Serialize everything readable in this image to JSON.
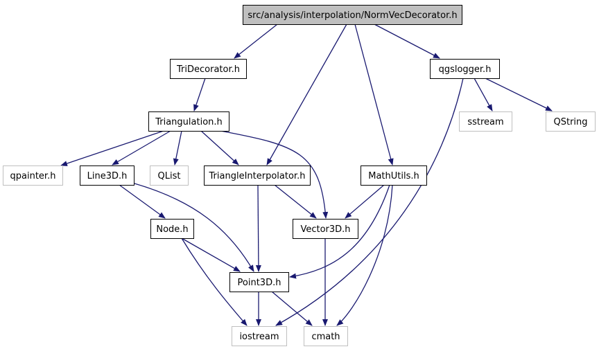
{
  "colors": {
    "edge": "#191970",
    "node_border": "#000000",
    "external_border": "#bfbfbf",
    "root_fill": "#bfbfbf",
    "node_fill": "#ffffff",
    "external_text": "#000000"
  },
  "nodes": [
    {
      "id": "normvec",
      "label": "src/analysis/interpolation/NormVecDecorator.h",
      "kind": "root"
    },
    {
      "id": "tridec",
      "label": "TriDecorator.h",
      "kind": "local"
    },
    {
      "id": "qgslogger",
      "label": "qgslogger.h",
      "kind": "local"
    },
    {
      "id": "triangulation",
      "label": "Triangulation.h",
      "kind": "local"
    },
    {
      "id": "sstream",
      "label": "sstream",
      "kind": "external"
    },
    {
      "id": "qstring",
      "label": "QString",
      "kind": "external"
    },
    {
      "id": "qpainter",
      "label": "qpainter.h",
      "kind": "external"
    },
    {
      "id": "line3d",
      "label": "Line3D.h",
      "kind": "local"
    },
    {
      "id": "qlist",
      "label": "QList",
      "kind": "external"
    },
    {
      "id": "triinterp",
      "label": "TriangleInterpolator.h",
      "kind": "local"
    },
    {
      "id": "mathutils",
      "label": "MathUtils.h",
      "kind": "local"
    },
    {
      "id": "node",
      "label": "Node.h",
      "kind": "local"
    },
    {
      "id": "vector3d",
      "label": "Vector3D.h",
      "kind": "local"
    },
    {
      "id": "point3d",
      "label": "Point3D.h",
      "kind": "local"
    },
    {
      "id": "iostream",
      "label": "iostream",
      "kind": "external"
    },
    {
      "id": "cmath",
      "label": "cmath",
      "kind": "external"
    }
  ],
  "edges": [
    {
      "from": "normvec",
      "to": "tridec"
    },
    {
      "from": "normvec",
      "to": "triinterp"
    },
    {
      "from": "normvec",
      "to": "mathutils"
    },
    {
      "from": "normvec",
      "to": "qgslogger"
    },
    {
      "from": "tridec",
      "to": "triangulation"
    },
    {
      "from": "qgslogger",
      "to": "sstream"
    },
    {
      "from": "qgslogger",
      "to": "qstring"
    },
    {
      "from": "qgslogger",
      "to": "iostream"
    },
    {
      "from": "triangulation",
      "to": "qpainter"
    },
    {
      "from": "triangulation",
      "to": "line3d"
    },
    {
      "from": "triangulation",
      "to": "qlist"
    },
    {
      "from": "triangulation",
      "to": "triinterp"
    },
    {
      "from": "triangulation",
      "to": "vector3d"
    },
    {
      "from": "line3d",
      "to": "node"
    },
    {
      "from": "line3d",
      "to": "point3d"
    },
    {
      "from": "triinterp",
      "to": "vector3d"
    },
    {
      "from": "triinterp",
      "to": "point3d"
    },
    {
      "from": "mathutils",
      "to": "vector3d"
    },
    {
      "from": "mathutils",
      "to": "point3d"
    },
    {
      "from": "mathutils",
      "to": "cmath"
    },
    {
      "from": "node",
      "to": "point3d"
    },
    {
      "from": "node",
      "to": "iostream"
    },
    {
      "from": "vector3d",
      "to": "cmath"
    },
    {
      "from": "point3d",
      "to": "iostream"
    },
    {
      "from": "point3d",
      "to": "cmath"
    }
  ]
}
